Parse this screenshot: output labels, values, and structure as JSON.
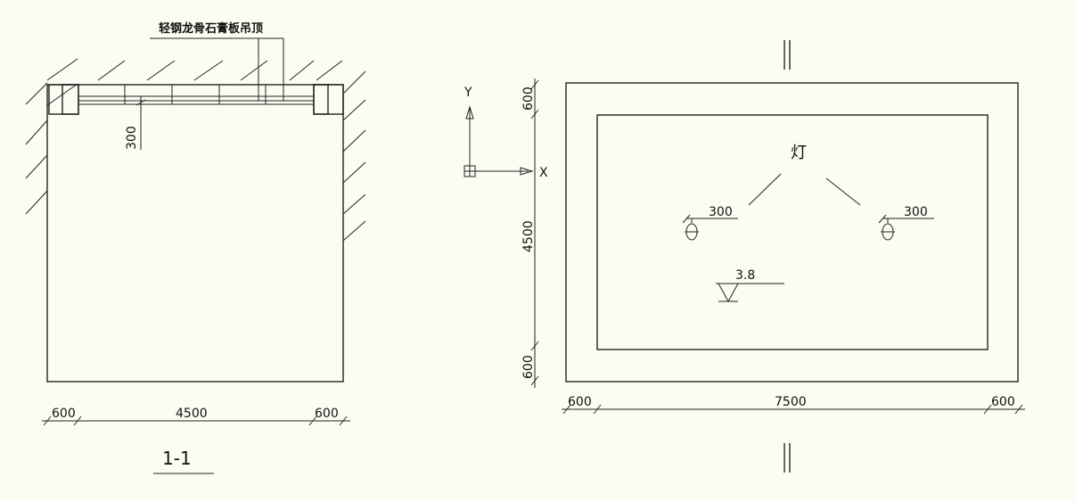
{
  "section": {
    "ceiling_note": "轻钢龙骨石膏板吊顶",
    "ceiling_gap": "300",
    "dims": [
      "600",
      "4500",
      "600"
    ],
    "title": "1-1"
  },
  "plan": {
    "axis_y": "Y",
    "axis_x": "X",
    "dims_left": [
      "600",
      "4500",
      "600"
    ],
    "dims_bottom": [
      "600",
      "7500",
      "600"
    ],
    "lamp_label": "灯",
    "lamp_offset_left": "300",
    "lamp_offset_right": "300",
    "elevation": "3.8"
  }
}
